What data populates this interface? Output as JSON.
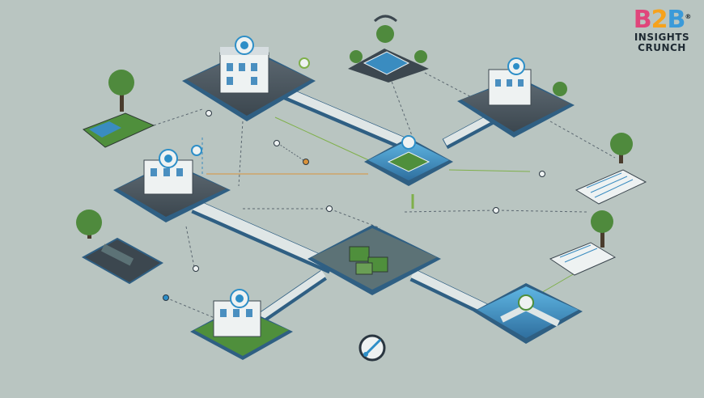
{
  "logo": {
    "mark_b1": "B",
    "mark_2": "2",
    "mark_b2": "B",
    "registered": "®",
    "line1": "INSIGHTS",
    "line2": "CRUNCH"
  },
  "colors": {
    "background": "#b9c5c1",
    "platform_dark": "#4a5660",
    "platform_blue": "#2f6f9f",
    "platform_green": "#4f8f3c",
    "road": "#dfe6e6",
    "connector_dashed": "#5b6770",
    "connector_green": "#7fb04a",
    "connector_orange": "#d9923a",
    "pin_blue": "#2d8ec7",
    "tree": "#4f8a3d"
  },
  "icons": [
    "location-pin-icon",
    "tree-icon",
    "building-icon",
    "warehouse-icon",
    "solar-panel-icon",
    "document-icon",
    "gauge-icon",
    "signal-icon"
  ]
}
